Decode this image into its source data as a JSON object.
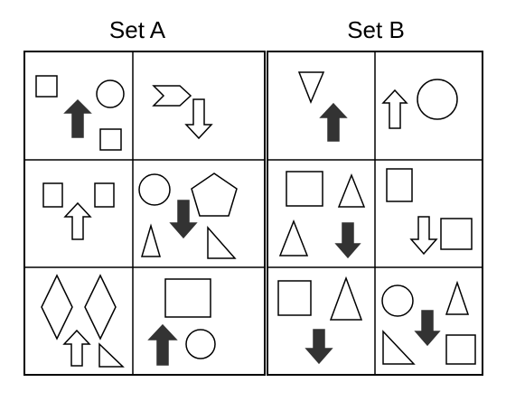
{
  "puzzle": {
    "set_a": {
      "title": "Set A",
      "panels": [
        {
          "shapes": [
            "square",
            "circle",
            "square"
          ],
          "arrow": {
            "direction": "up",
            "fill": "black"
          }
        },
        {
          "shapes": [
            "chevron"
          ],
          "arrow": {
            "direction": "down",
            "fill": "white"
          }
        },
        {
          "shapes": [
            "square",
            "square"
          ],
          "arrow": {
            "direction": "up",
            "fill": "white"
          }
        },
        {
          "shapes": [
            "circle",
            "pentagon",
            "triangle",
            "right-triangle"
          ],
          "arrow": {
            "direction": "down",
            "fill": "black"
          }
        },
        {
          "shapes": [
            "diamond",
            "diamond",
            "right-triangle"
          ],
          "arrow": {
            "direction": "up",
            "fill": "white"
          }
        },
        {
          "shapes": [
            "square",
            "circle"
          ],
          "arrow": {
            "direction": "up",
            "fill": "black"
          }
        }
      ]
    },
    "set_b": {
      "title": "Set B",
      "panels": [
        {
          "shapes": [
            "inverted-triangle"
          ],
          "arrow": {
            "direction": "up",
            "fill": "black"
          }
        },
        {
          "shapes": [
            "circle"
          ],
          "arrow": {
            "direction": "up",
            "fill": "white"
          }
        },
        {
          "shapes": [
            "square",
            "triangle",
            "triangle"
          ],
          "arrow": {
            "direction": "down",
            "fill": "black"
          }
        },
        {
          "shapes": [
            "square",
            "square"
          ],
          "arrow": {
            "direction": "down",
            "fill": "white"
          }
        },
        {
          "shapes": [
            "square",
            "triangle"
          ],
          "arrow": {
            "direction": "down",
            "fill": "black"
          }
        },
        {
          "shapes": [
            "circle",
            "triangle",
            "right-triangle",
            "square"
          ],
          "arrow": {
            "direction": "down",
            "fill": "black"
          }
        }
      ]
    }
  },
  "colors": {
    "stroke": "#000000",
    "arrow_dark": "#333333",
    "background": "#ffffff"
  }
}
